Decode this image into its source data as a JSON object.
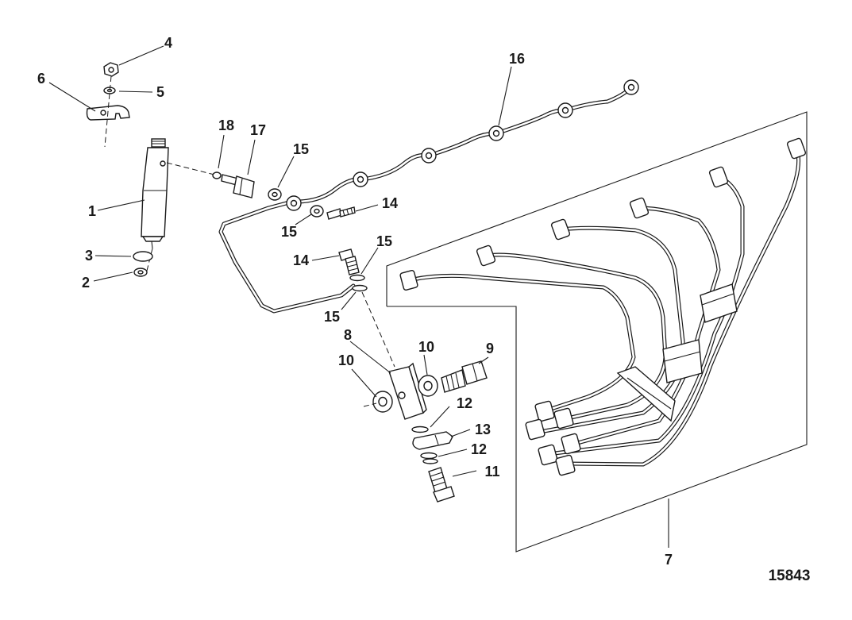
{
  "figure_number": "15843",
  "callouts": {
    "c1": "1",
    "c2": "2",
    "c3": "3",
    "c4": "4",
    "c5": "5",
    "c6": "6",
    "c7": "7",
    "c8": "8",
    "c9": "9",
    "c10a": "10",
    "c10b": "10",
    "c11": "11",
    "c12a": "12",
    "c12b": "12",
    "c13": "13",
    "c14a": "14",
    "c14b": "14",
    "c15a": "15",
    "c15b": "15",
    "c15c": "15",
    "c15d": "15",
    "c16": "16",
    "c17": "17",
    "c18": "18"
  }
}
